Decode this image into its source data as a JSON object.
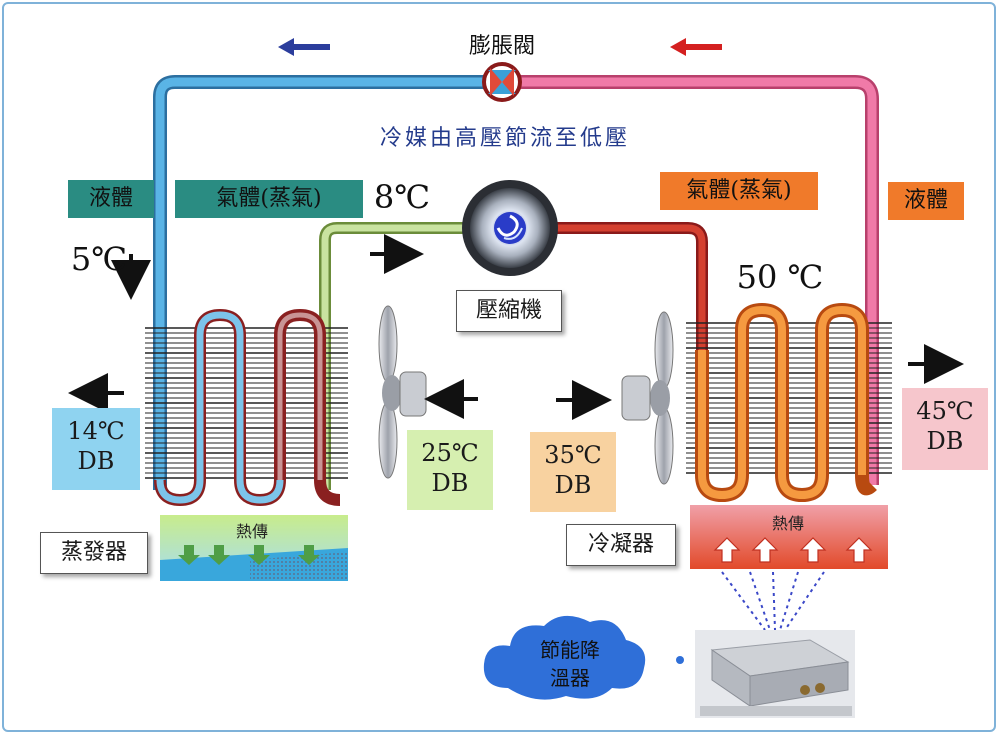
{
  "labels": {
    "expansion_valve": "膨脹閥",
    "process_note": "冷媒由高壓節流至低壓",
    "liquid_left": "液體",
    "gas_left": "氣體(蒸氣)",
    "gas_right": "氣體(蒸氣)",
    "liquid_right": "液體",
    "compressor": "壓縮機",
    "evaporator": "蒸發器",
    "condenser": "冷凝器",
    "heat_absorb": "熱傳",
    "heat_release": "熱傳",
    "energy_saving": "節能降溫器"
  },
  "temps": {
    "t8": "8℃",
    "t5": "5℃",
    "t50": "50 ℃",
    "t14": "14℃",
    "t14_db": "DB",
    "t25": "25℃",
    "t25_db": "DB",
    "t35": "35℃",
    "t35_db": "DB",
    "t45": "45℃",
    "t45_db": "DB"
  },
  "colors": {
    "pipe_blue": "#5ab4e6",
    "pipe_pink": "#f07aa8",
    "pipe_orange": "#f08a30",
    "pipe_red": "#c0392b",
    "box_teal": "#2a8c82",
    "box_orange": "#f07a2a",
    "db_blue": "#8fd3f0",
    "db_green": "#d6efb0",
    "db_peach": "#f8d2a0",
    "db_pink": "#f6c6cc"
  },
  "icons": [
    "expansion-valve-icon",
    "compressor-icon",
    "fan-icon",
    "arrow-icon",
    "cloud-icon",
    "device-photo"
  ]
}
